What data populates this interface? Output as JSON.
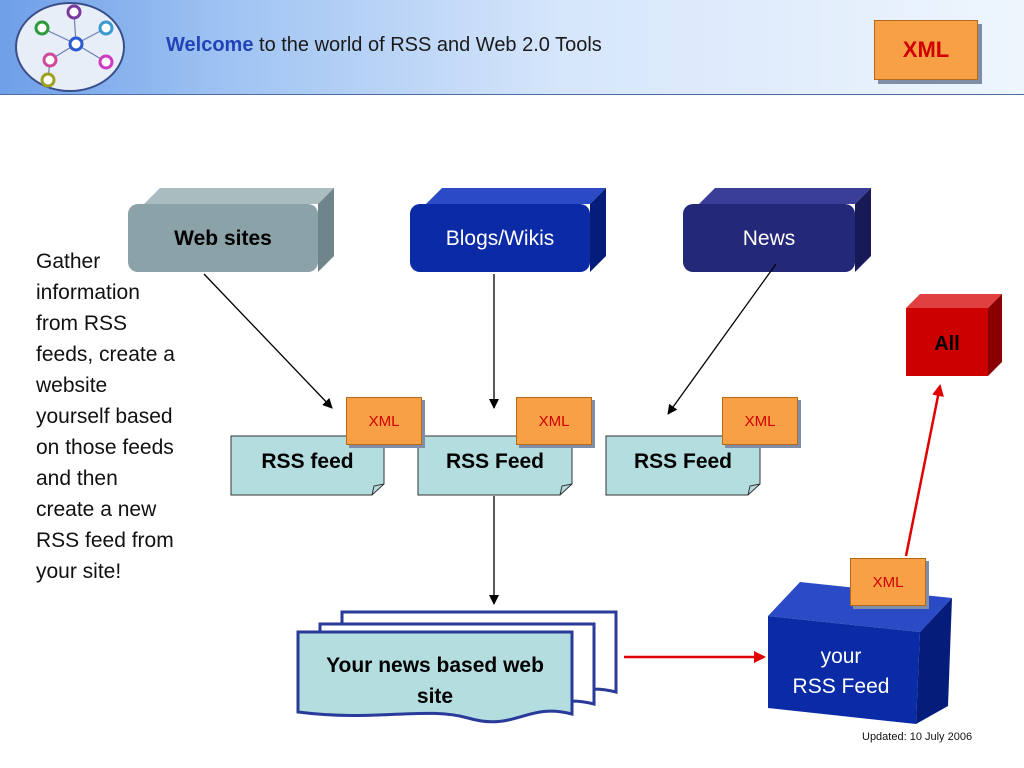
{
  "header": {
    "title_highlight": "Welcome",
    "title_rest": " to the world of RSS and Web 2.0 Tools",
    "xml_badge": "XML"
  },
  "sources": [
    {
      "label": "Web sites"
    },
    {
      "label": "Blogs/Wikis"
    },
    {
      "label": "News"
    }
  ],
  "feeds": [
    {
      "label": "RSS feed",
      "badge": "XML"
    },
    {
      "label": "RSS Feed",
      "badge": "XML"
    },
    {
      "label": "RSS Feed",
      "badge": "XML"
    }
  ],
  "all_box": {
    "label": "All"
  },
  "news_site": {
    "label": "Your news based web site"
  },
  "your_feed": {
    "line1": "your",
    "line2": "RSS Feed",
    "badge": "XML"
  },
  "side_text": "Gather information from RSS feeds, create a website yourself based on those feeds and then create a new RSS feed from your site!",
  "footer": {
    "updated": "Updated:  10 July 2006"
  },
  "colors": {
    "web_sites": "#8aa2a8",
    "blogs": "#0a2aa6",
    "news": "#242878",
    "all": "#cc0000",
    "feed_fill": "#b4dde0",
    "xml_badge": "#f7a046",
    "your_feed": "#0a2aa6",
    "arrow_red": "#e00000"
  }
}
